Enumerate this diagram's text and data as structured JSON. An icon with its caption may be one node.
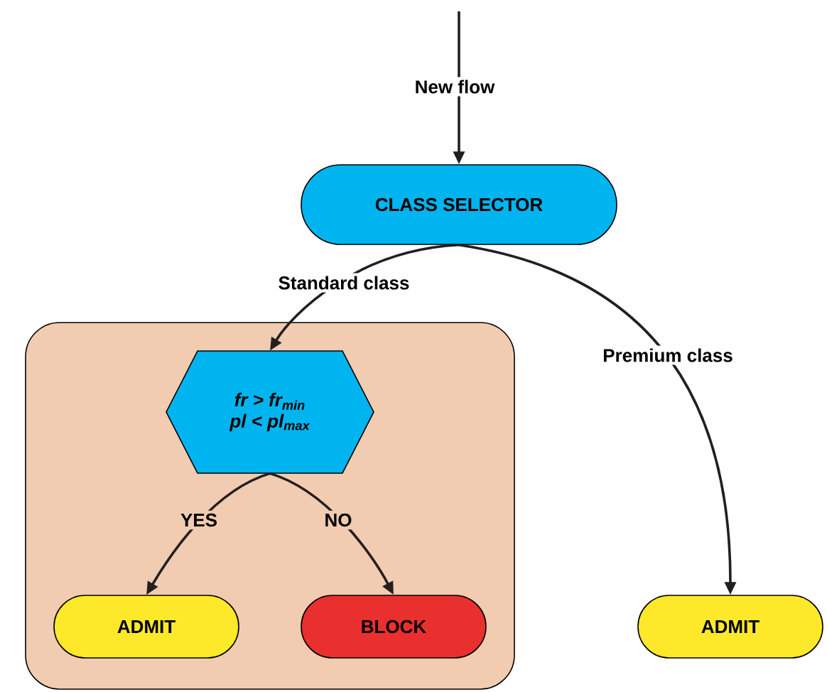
{
  "diagram": {
    "nodes": [
      {
        "text": [
          "CLASS SELECTOR"
        ]
      },
      {
        "text": [],
        "shape": "box"
      },
      {
        "text": [
          "fr > fr$_{min}$",
          "pl < pl$_{max}$"
        ],
        "in": 1
      },
      {
        "text": [
          "ADMIT"
        ],
        "in": 1
      },
      {
        "text": [
          "BLOCK"
        ],
        "in": 1
      },
      {
        "text": [
          "ADMIT"
        ]
      }
    ],
    "edges": [
      {
        "from": null,
        "to": 0,
        "arrow": "to",
        "label": "New flow"
      },
      {
        "from": 0,
        "to": 2,
        "arrow": "to",
        "label": "Standard class"
      },
      {
        "from": 0,
        "to": 5,
        "arrow": "to",
        "label": "Premium class"
      },
      {
        "from": 2,
        "to": 3,
        "arrow": "to",
        "label": "YES"
      },
      {
        "from": 2,
        "to": 4,
        "arrow": "to",
        "label": "NO"
      }
    ]
  }
}
